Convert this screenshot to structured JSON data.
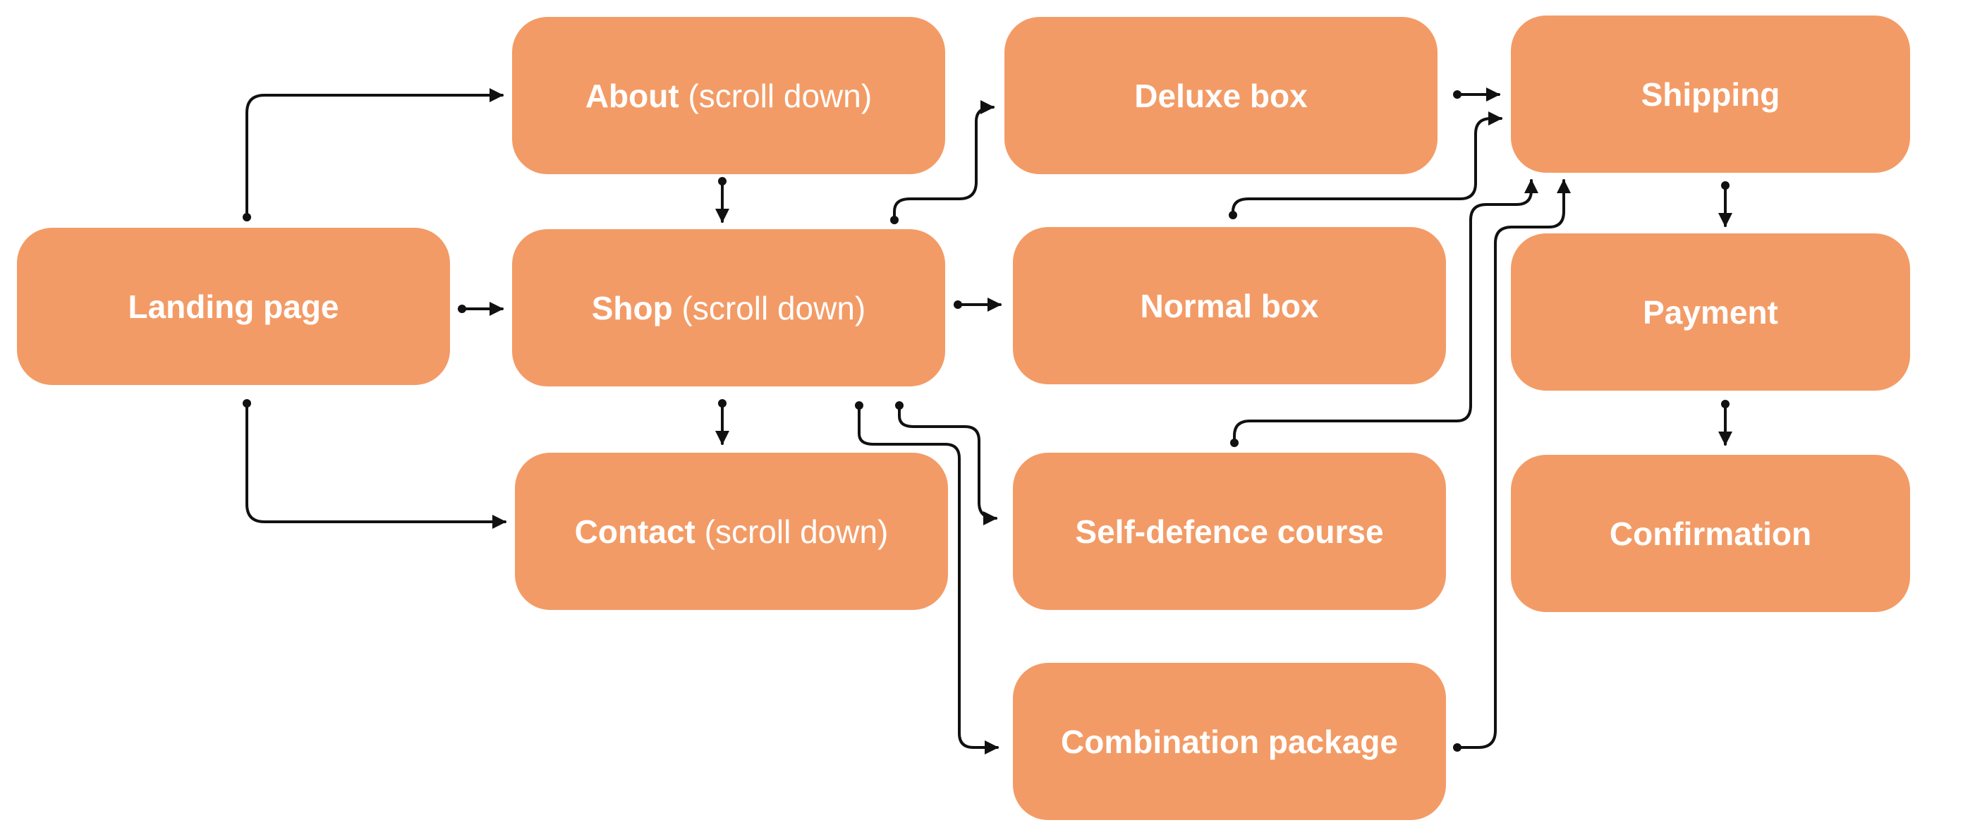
{
  "colors": {
    "node_fill": "#f39b66",
    "node_text": "#ffffff",
    "connector": "#111111"
  },
  "nodes": {
    "landing": {
      "label": "Landing page"
    },
    "about": {
      "label": "About",
      "note": "(scroll down)"
    },
    "shop": {
      "label": "Shop",
      "note": "(scroll down)"
    },
    "contact": {
      "label": "Contact",
      "note": "(scroll down)"
    },
    "deluxe": {
      "label": "Deluxe box"
    },
    "normal": {
      "label": "Normal box"
    },
    "selfdefence": {
      "label": "Self-defence course"
    },
    "combination": {
      "label": "Combination package"
    },
    "shipping": {
      "label": "Shipping"
    },
    "payment": {
      "label": "Payment"
    },
    "confirmation": {
      "label": "Confirmation"
    }
  },
  "edges": [
    {
      "from": "landing",
      "to": "about"
    },
    {
      "from": "landing",
      "to": "shop"
    },
    {
      "from": "landing",
      "to": "contact"
    },
    {
      "from": "about",
      "to": "shop"
    },
    {
      "from": "shop",
      "to": "contact"
    },
    {
      "from": "shop",
      "to": "deluxe"
    },
    {
      "from": "shop",
      "to": "normal"
    },
    {
      "from": "shop",
      "to": "selfdefence"
    },
    {
      "from": "shop",
      "to": "combination"
    },
    {
      "from": "deluxe",
      "to": "shipping"
    },
    {
      "from": "normal",
      "to": "shipping"
    },
    {
      "from": "selfdefence",
      "to": "shipping"
    },
    {
      "from": "combination",
      "to": "shipping"
    },
    {
      "from": "shipping",
      "to": "payment"
    },
    {
      "from": "payment",
      "to": "confirmation"
    }
  ]
}
